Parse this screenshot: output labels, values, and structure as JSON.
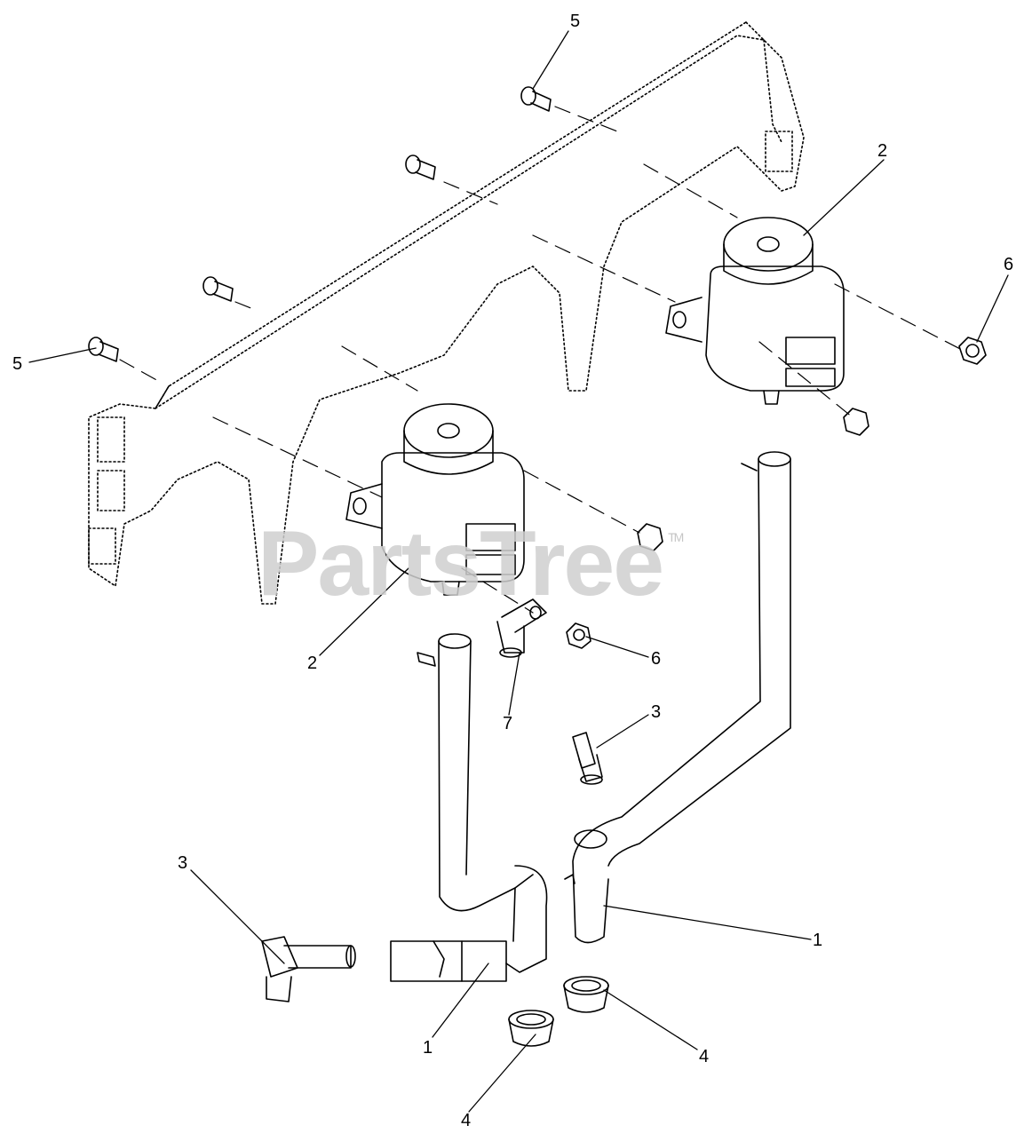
{
  "watermark": {
    "brand": "PartsTree",
    "trademark": "TM"
  },
  "callouts": [
    {
      "id": "c-5-top",
      "label": "5"
    },
    {
      "id": "c-2-right",
      "label": "2"
    },
    {
      "id": "c-6-right",
      "label": "6"
    },
    {
      "id": "c-5-left",
      "label": "5"
    },
    {
      "id": "c-2-left",
      "label": "2"
    },
    {
      "id": "c-6-mid",
      "label": "6"
    },
    {
      "id": "c-7",
      "label": "7"
    },
    {
      "id": "c-3-mid",
      "label": "3"
    },
    {
      "id": "c-3-left",
      "label": "3"
    },
    {
      "id": "c-1-right",
      "label": "1"
    },
    {
      "id": "c-1-bottom",
      "label": "1"
    },
    {
      "id": "c-4-right",
      "label": "4"
    },
    {
      "id": "c-4-bottom",
      "label": "4"
    }
  ],
  "colors": {
    "line": "#000000",
    "watermark": "#cfcfcf",
    "background": "#ffffff"
  }
}
